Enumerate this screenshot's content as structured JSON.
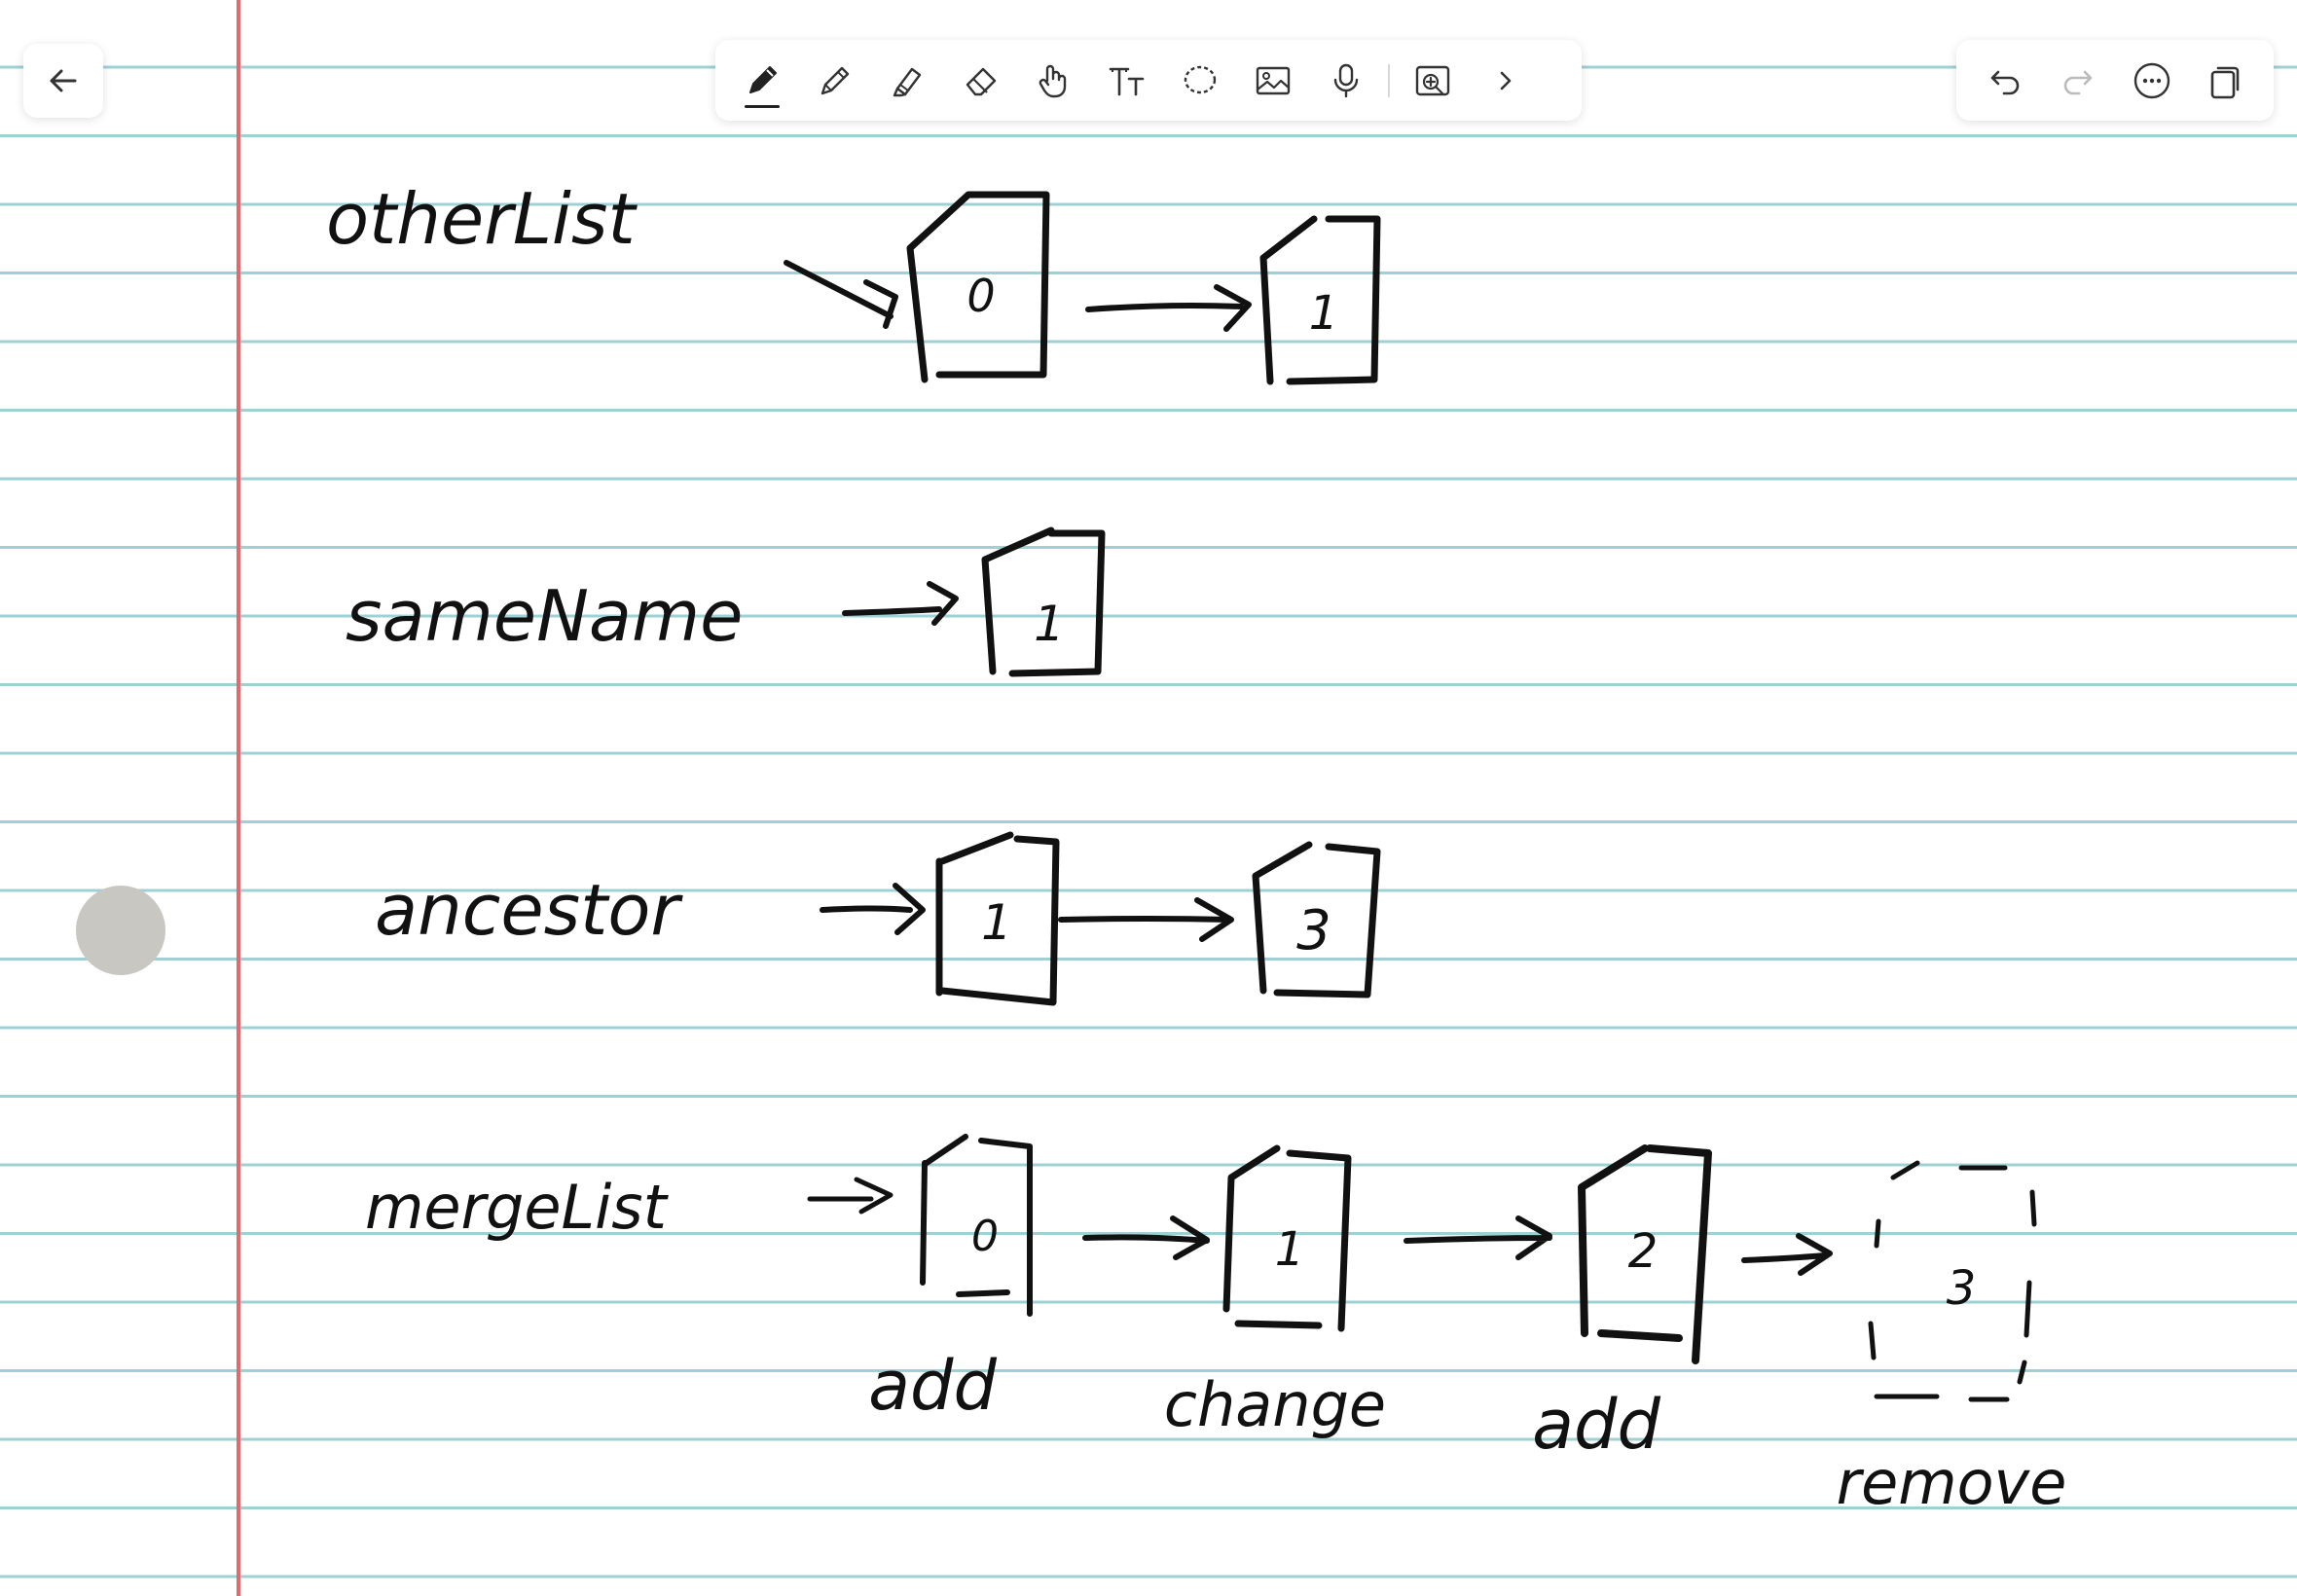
{
  "toolbar": {
    "tools": [
      {
        "icon": "pen-icon",
        "active": true
      },
      {
        "icon": "pencil-icon"
      },
      {
        "icon": "highlighter-icon"
      },
      {
        "icon": "eraser-icon"
      },
      {
        "icon": "hand-gesture-icon"
      },
      {
        "icon": "text-icon",
        "glyph": "Tt"
      },
      {
        "icon": "lasso-icon"
      },
      {
        "icon": "image-icon"
      },
      {
        "icon": "microphone-icon"
      },
      {
        "icon": "add-element-icon"
      },
      {
        "icon": "chevron-right-icon"
      }
    ]
  },
  "right_controls": [
    "undo-icon",
    "redo-icon",
    "more-icon",
    "pages-icon"
  ],
  "colors": {
    "ink": "#111111",
    "ruled_line": "#9fd0d3",
    "margin_line": "#e06a6e",
    "paper": "#ffffff",
    "scroll_knob": "#c9c7c1"
  },
  "note": {
    "rows": [
      {
        "label": "otherList",
        "nodes": [
          {
            "value": "0"
          },
          {
            "value": "1"
          }
        ]
      },
      {
        "label": "sameName",
        "nodes": [
          {
            "value": "1"
          }
        ]
      },
      {
        "label": "ancestor",
        "nodes": [
          {
            "value": "1"
          },
          {
            "value": "3"
          }
        ]
      },
      {
        "label": "mergeList",
        "nodes": [
          {
            "value": "0",
            "op": "add"
          },
          {
            "value": "1",
            "op": "change"
          },
          {
            "value": "2",
            "op": "add"
          },
          {
            "value": "3",
            "op": "remove",
            "dashed": true
          }
        ]
      }
    ]
  }
}
